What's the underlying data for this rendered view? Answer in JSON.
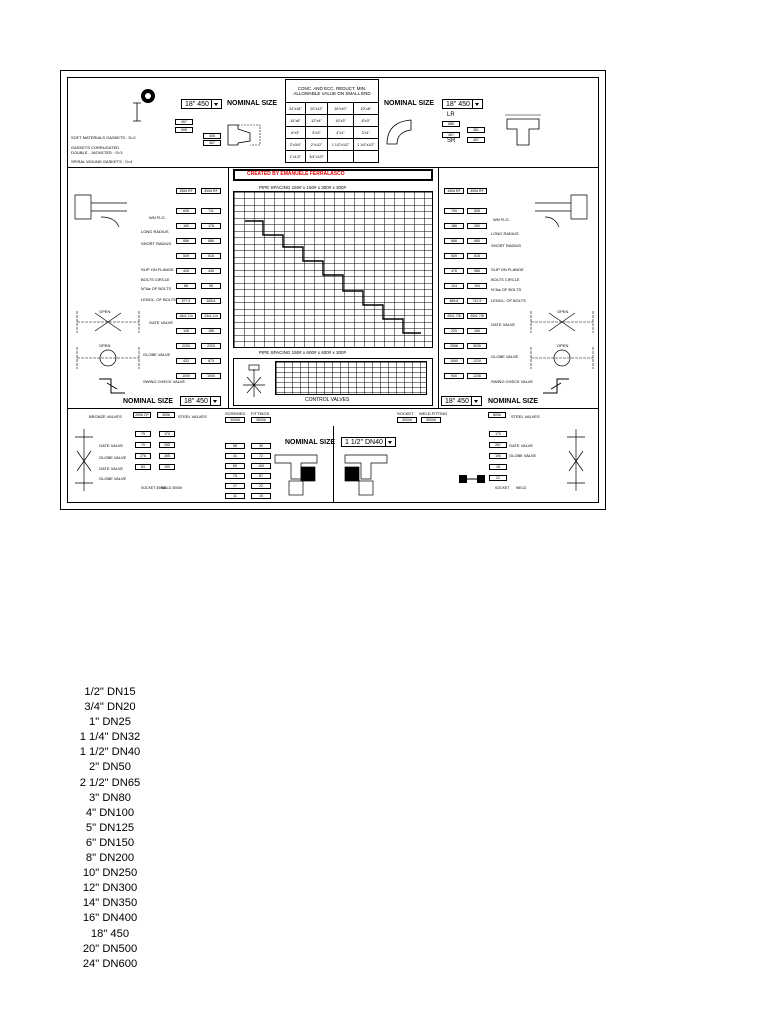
{
  "chart_title": {
    "created_by": "CREATED BY EMANUELE FERRALASCO",
    "spacing_top": "PIPE SPACING 150# x 150# x 300# x 300#",
    "spacing_bottom": "PIPE SPACING 150# x 600# x 600# x 300#",
    "control_valves": "CONTROL VALVES"
  },
  "reducer": {
    "header": "CONC. AND ECC. REDUCT. MIN. ALLOWABLE VALUE ON SMALL END",
    "rows": [
      [
        "24\"x16\"",
        "20\"x12\"",
        "16\"x10\"",
        "10\"x8\""
      ],
      [
        "14\"x8\"",
        "12\"x4\"",
        "10\"x3\"",
        "8\"x3\""
      ],
      [
        "6\"x3\"",
        "5\"x2\"",
        "4\"x1\"",
        "3\"x1\""
      ],
      [
        "2\"x3/4\"",
        "2\"x1/2\"",
        "1 1/2\"x1/2\"",
        "1 1/4\"x1/2\""
      ],
      [
        "1\"x1/2\"",
        "3/4\"x1/2\"",
        "",
        ""
      ]
    ]
  },
  "nominal_size": {
    "label": "NOMINAL SIZE",
    "top_left_value": "18\" 450",
    "top_right_value": "18\" 450",
    "bottom_left_value": "18\" 450",
    "bottom_right_value": "18\" 450",
    "small_bore_value": "1 1/2\" DN40"
  },
  "gaskets": {
    "soft": "SOFT MATERIALS GASKETS : S=2",
    "corrugated": "GASKETS CORRUGATED DOUBLE - JACKETED : S=3",
    "spiral": "SPIRAL WOUND GASKETS : S=4",
    "top_vals": [
      "457",
      "508",
      "406"
    ],
    "top_right": [
      "686",
      "457",
      "381"
    ],
    "lr": "LR",
    "sr": "SR"
  },
  "left_panel": {
    "ratings": [
      "150# RF",
      "300# RF"
    ],
    "labels": [
      "WN FLG.",
      "LONG RADIUS",
      "SHORT RADIUS",
      "SLIP ON FLANGE",
      "BOLTS CIRCLE",
      "N°&ø OF BOLTS",
      "LENGL. OF BOLTS",
      "GATE VALVE",
      "GLOBE VALVE",
      "SWING CHECK VALVE"
    ],
    "open": "OPEN",
    "col1": [
      "635",
      "160",
      "686",
      "549",
      "426",
      "88",
      "577.9",
      "16x1 1/4",
      "145",
      "2203",
      "432",
      "1000"
    ],
    "col2": [
      "711",
      "178",
      "686",
      "616",
      "445",
      "98",
      "628.6",
      "24x1 1/4",
      "188",
      "2203",
      "673",
      "1000"
    ]
  },
  "right_panel": {
    "ratings": [
      "150# RF",
      "300# RF"
    ],
    "labels": [
      "WN FLG.",
      "LONG RADIUS",
      "SHORT RADIUS",
      "SLIP ON FLANGE",
      "BOLTS CIRCLE",
      "N°&ø OF BOLTS",
      "LENGL. OF BOLTS",
      "GATE VALVE",
      "GLOBE VALVE",
      "SWING CHECK VALVE"
    ],
    "open": "OPEN",
    "col1": [
      "790",
      "186",
      "686",
      "549",
      "476",
      "124",
      "685.8",
      "20x1 7/8",
      "220",
      "2556",
      "1060",
      "940"
    ],
    "col2": [
      "838",
      "250",
      "686",
      "616",
      "586",
      "194",
      "742.9",
      "20x1 7/8",
      "266",
      "3030",
      "1219",
      "1245"
    ]
  },
  "bottom_left": {
    "bronze": "BRONZE VALVES",
    "steel": "STEEL VALVES",
    "ratings": [
      "200# CP",
      "300#"
    ],
    "labels": [
      "GATE VALVE",
      "GLOBE VALVE",
      "GATE VALVE",
      "GLOBE VALVE"
    ],
    "values_a": [
      "79",
      "79",
      "276",
      "83"
    ],
    "values_b": [
      "170",
      "265",
      "265",
      "190"
    ],
    "socket": "SOCKET 3000#",
    "weld": "WELD 3000#"
  },
  "bottom_mid": {
    "screwed": "SCREWED",
    "fittings": "FITTINGS",
    "socket": "SOCKET",
    "weld_fitting": "WELD FITTING",
    "ratings": [
      "3000#",
      "3000#"
    ],
    "values_left": [
      "58",
      "41",
      "65",
      "73",
      "17",
      "11"
    ],
    "values_right": [
      "30",
      "72",
      "100",
      "87",
      "22",
      "15"
    ]
  },
  "bottom_right": {
    "steel": "STEEL VALVES",
    "rating": "800#",
    "labels": [
      "GATE VALVE",
      "GLOBE VALVE"
    ],
    "values": [
      "170",
      "267",
      "190",
      "18",
      "22"
    ],
    "socket": "SOCKET",
    "weld": "WELD"
  },
  "size_list": [
    "1/2\" DN15",
    "3/4\" DN20",
    "1\" DN25",
    "1 1/4\" DN32",
    "1 1/2\" DN40",
    "2\" DN50",
    "2 1/2\" DN65",
    "3\" DN80",
    "4\" DN100",
    "5\" DN125",
    "6\" DN150",
    "8\" DN200",
    "10\" DN250",
    "12\" DN300",
    "14\" DN350",
    "16\" DN400",
    "18\" 450",
    "20\" DN500",
    "24\" DN600"
  ]
}
